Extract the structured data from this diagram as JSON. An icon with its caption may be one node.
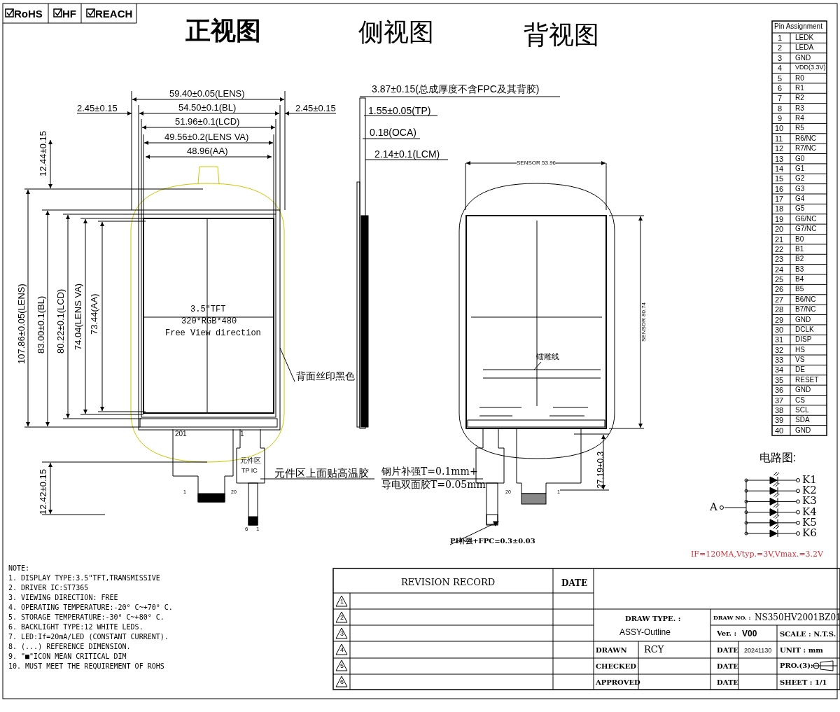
{
  "diagram": {
    "nodes": [
      {
        "text": [
          "背面丝印黑色"
        ]
      },
      {
        "text": [
          "元件区上面贴高温胶"
        ]
      },
      {
        "text": [
          "钢片补强T=0.1mm+ 导电双面胶T=0.05mm"
        ]
      },
      {
        "text": [
          "PI补强+FPC=0.3±0.03"
        ]
      },
      {
        "text": [
          "镭雕线"
        ]
      }
    ],
    "edges": [
      {
        "from": 0,
        "to": null,
        "arrow": "none"
      },
      {
        "from": 1,
        "to": null,
        "arrow": "none"
      },
      {
        "from": 2,
        "to": null,
        "arrow": "none"
      },
      {
        "from": 3,
        "to": null,
        "arrow": "to"
      },
      {
        "from": 4,
        "to": null,
        "arrow": "none"
      }
    ],
    "labels": [
      "RoHS",
      "HF",
      "REACH",
      "正视图",
      "侧视图",
      "背视图",
      "59.40±0.05(LENS)",
      "2.45±0.15",
      "54.50±0.1(BL)",
      "2.45±0.15",
      "51.96±0.1(LCD)",
      "49.56±0.2(LENS VA)",
      "48.96(AA)",
      "12.44±0.15",
      "107.86±0.05(LENS)",
      "83.00±0.1(BL)",
      "80.22±0.1(LCD)",
      "74.04(LENS VA)",
      "73.44(AA)",
      "12.42±0.15",
      "3.5\"TFT",
      "320*RGB*480",
      "Free View direction",
      "201",
      "1",
      "1",
      "20",
      "6",
      "1",
      "TP IC",
      "元件区",
      "3.87±0.15(总成厚度不含FPC及其背胶)",
      "1.55±0.05(TP)",
      "0.18(OCA)",
      "2.14±0.1(LCM)",
      "SENSOR 53.96",
      "SENSOR 80.74",
      "27.19±0.3",
      "20",
      "1",
      "Pin Assignment",
      "1",
      "LEDK",
      "2",
      "LEDA",
      "3",
      "GND",
      "4",
      "VDD(3.3V)",
      "5",
      "R0",
      "6",
      "R1",
      "7",
      "R2",
      "8",
      "R3",
      "9",
      "R4",
      "10",
      "R5",
      "11",
      "R6/NC",
      "12",
      "R7/NC",
      "13",
      "G0",
      "14",
      "G1",
      "15",
      "G2",
      "16",
      "G3",
      "17",
      "G4",
      "18",
      "G5",
      "19",
      "G6/NC",
      "20",
      "G7/NC",
      "21",
      "B0",
      "22",
      "B1",
      "23",
      "B2",
      "24",
      "B3",
      "25",
      "B4",
      "26",
      "B5",
      "27",
      "B6/NC",
      "28",
      "B7/NC",
      "29",
      "GND",
      "30",
      "DCLK",
      "31",
      "DISP",
      "32",
      "HS",
      "33",
      "VS",
      "34",
      "DE",
      "35",
      "RESET",
      "36",
      "GND",
      "37",
      "CS",
      "38",
      "SCL",
      "39",
      "SDA",
      "40",
      "GND",
      "电路图:",
      "A",
      "K1",
      "K2",
      "K3",
      "K4",
      "K5",
      "K6",
      "IF=120MA,Vtyp.=3V,Vmax.=3.2V",
      "NOTE:",
      "1. DISPLAY TYPE:3.5\"TFT,TRANSMISSIVE",
      "2. DRIVER IC:ST7365",
      "3. VIEWING DIRECTION: FREE",
      "4. OPERATING TEMPERATURE:-20° C~+70° C.",
      "5. STORAGE TEMPERATURE:-30° C~+80° C.",
      "6. BACKLIGHT TYPE:12 WHITE LEDS.",
      "7. LED:If=20mA/LED (CONSTANT CURRENT).",
      "8. (...) REFERENCE DIMENSION.",
      "9. \"■\"ICON MEAN CRITICAL DIM",
      "10. MUST MEET THE REQUIREMENT OF ROHS",
      "REVISION RECORD",
      "DATE",
      "1",
      "2",
      "3",
      "4",
      "5",
      "6",
      "DRAW TYPE. :",
      "ASSY-Outline",
      "DRAW NO. :",
      "NS350HV2001BZ01",
      "Ver. :",
      "V00",
      "SCALE : N.T.S.",
      "DRAWN",
      "RCY",
      "DATE",
      "20241130",
      "UNIT : mm",
      "CHECKED",
      "DATE",
      "PRO.(3):",
      "APPROVED",
      "DATE",
      "SHEET : 1/1"
    ]
  }
}
